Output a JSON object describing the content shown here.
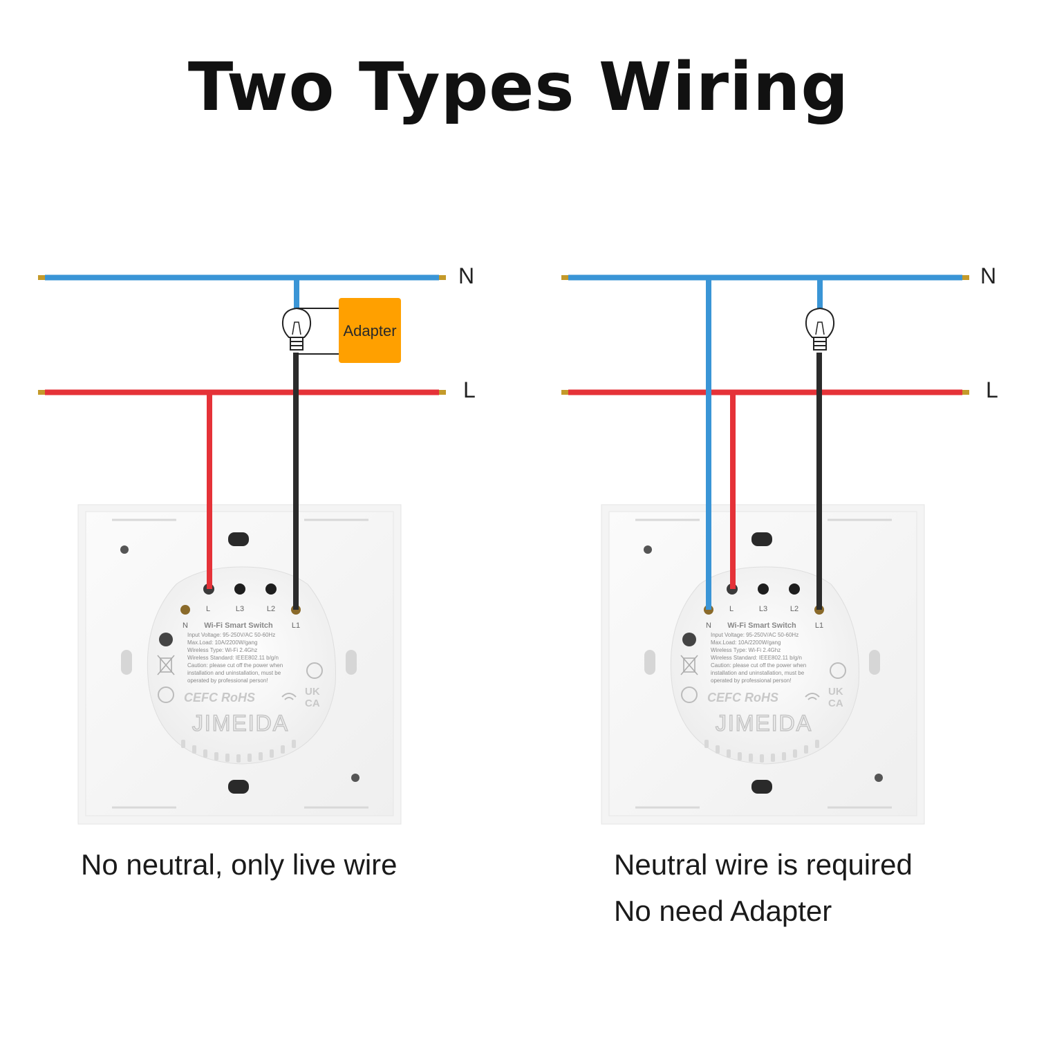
{
  "title": "Two Types Wiring",
  "line_labels": {
    "neutral": "N",
    "live": "L"
  },
  "adapter_label": "Adapter",
  "terminal_labels": {
    "l": "L",
    "l3": "L3",
    "l2": "L2",
    "n": "N",
    "l1": "L1"
  },
  "device": {
    "name": "Wi-Fi Smart Switch",
    "specs": [
      "Input Voltage: 95-250V/AC 50-60Hz",
      "Max.Load: 10A/2200W/gang",
      "Wireless Type: Wi-Fi 2.4Ghz",
      "Wireless Standard: IEEE802.11 b/g/n",
      "Caution: please cut off the power when",
      "installation and uninstallation, must be",
      "operated by professional person!"
    ],
    "certifications": "CEFC RoHS",
    "ukca_line1": "UK",
    "ukca_line2": "CA",
    "brand": "JIMEIDA"
  },
  "captions": {
    "left": "No neutral, only live wire",
    "right_line1": "Neutral wire is required",
    "right_line2": "No need Adapter"
  },
  "colors": {
    "neutral_wire": "#3a95d6",
    "live_wire": "#e53238",
    "load_wire": "#2b2b2b",
    "adapter": "#ffa000",
    "wire_tip": "#c49a2a"
  }
}
